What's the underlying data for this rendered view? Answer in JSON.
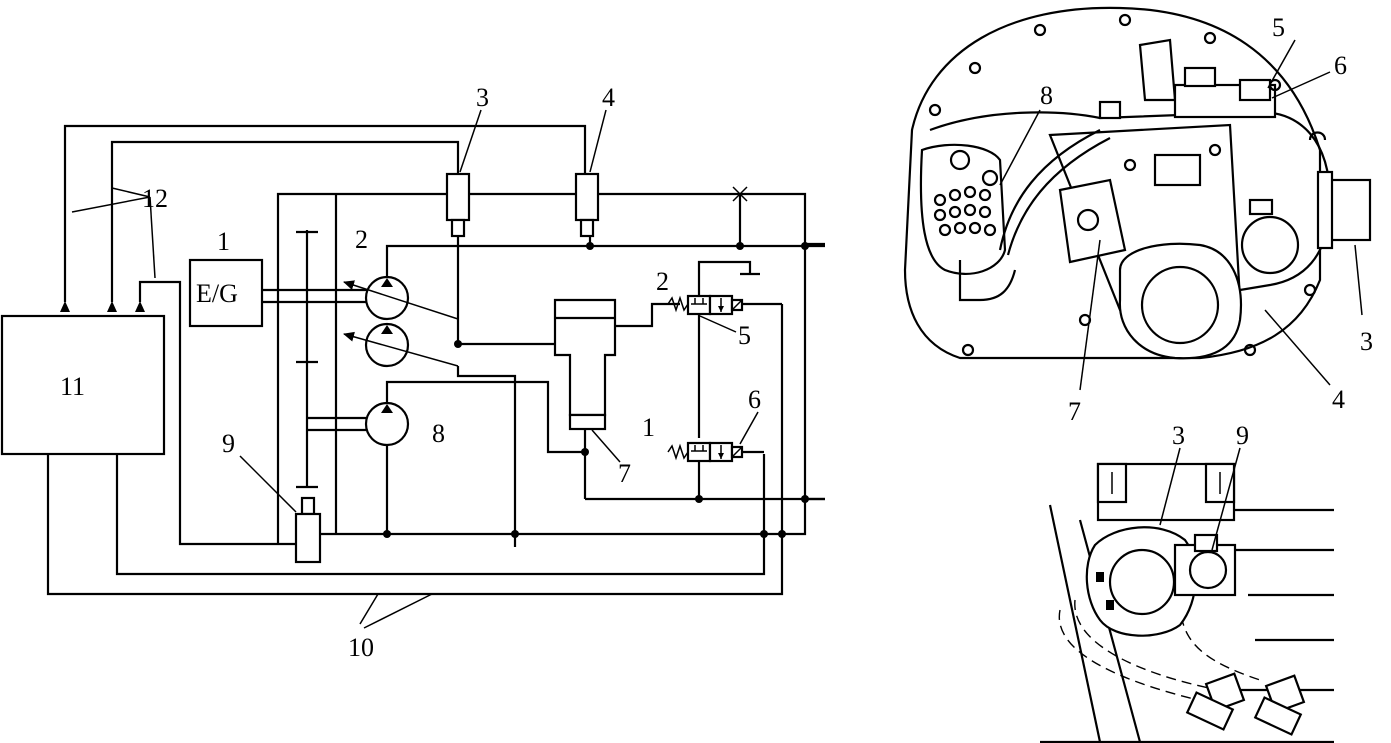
{
  "schematic": {
    "labels": {
      "n1": "1",
      "n2": "2",
      "n3": "3",
      "n4": "4",
      "n5": "5",
      "n6": "6",
      "n7": "7",
      "n8": "8",
      "n9": "9",
      "n10": "10",
      "n11": "11",
      "n12": "12",
      "eg": "E/G",
      "n1b": "1",
      "n2b": "2"
    }
  },
  "photo_top": {
    "labels": {
      "n3": "3",
      "n4": "4",
      "n5": "5",
      "n6": "6",
      "n7": "7",
      "n8": "8"
    }
  },
  "photo_bottom": {
    "labels": {
      "n3": "3",
      "n9": "9"
    }
  }
}
